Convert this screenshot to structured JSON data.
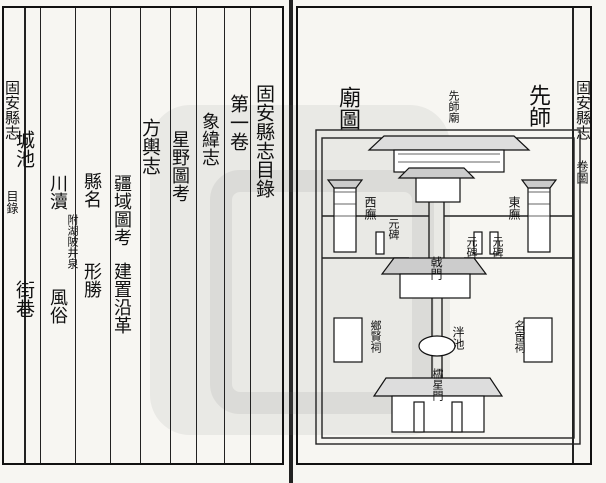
{
  "left_page": {
    "margin_top": "固安縣志",
    "margin_bottom": "目錄",
    "title": "固安縣志目錄",
    "juan": "第一卷",
    "xiangwei": "象緯志",
    "xingye": "星野圖考",
    "fangyu": "方輿志",
    "jiangyu": "疆域圖考",
    "jianzhi": "建置沿革",
    "xianming": "縣名",
    "xingsheng": "形勝",
    "chuandu": "川瀆",
    "chuandu_note": "附湖陂井泉",
    "fengsu": "風俗",
    "chengchi": "城池",
    "jiexiang": "街巷"
  },
  "right_page": {
    "margin_top": "固安縣志",
    "margin_bottom": "卷圖",
    "figure_title_a": "先師",
    "figure_title_b": "廟圖",
    "labels": {
      "xianshimiao": "先師廟",
      "dongwu": "東廡",
      "xiwu": "西廡",
      "yuanbei_e": "元碑",
      "yuanbei_e2": "元碑",
      "yuanbei_w": "元碑",
      "xiangxian": "鄉賢祠",
      "minghuan": "名宦祠",
      "panchi": "泮池",
      "lingxing": "櫺星門",
      "jimen": "戟門"
    }
  }
}
